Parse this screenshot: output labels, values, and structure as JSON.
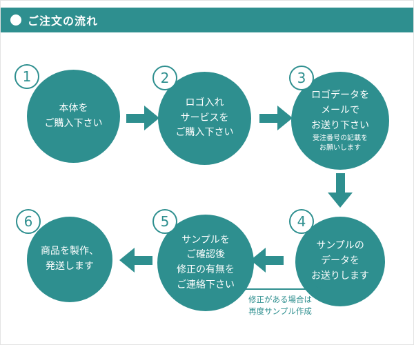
{
  "header": {
    "title": "ご注文の流れ"
  },
  "steps": [
    {
      "number": "1",
      "lines": [
        "本体を",
        "ご購入下さい"
      ]
    },
    {
      "number": "2",
      "lines": [
        "ロゴ入れ",
        "サービスを",
        "ご購入下さい"
      ]
    },
    {
      "number": "3",
      "lines": [
        "ロゴデータを",
        "メールで",
        "お送り下さい"
      ],
      "note": [
        "受注番号の記載を",
        "お願いします"
      ]
    },
    {
      "number": "4",
      "lines": [
        "サンプルの",
        "データを",
        "お送りします"
      ]
    },
    {
      "number": "5",
      "lines": [
        "サンプルを",
        "ご確認後",
        "修正の有無を",
        "ご連絡下さい"
      ]
    },
    {
      "number": "6",
      "lines": [
        "商品を製作、",
        "発送します"
      ]
    }
  ],
  "loop_note": {
    "lines": [
      "修正がある場合は",
      "再度サンプル作成"
    ]
  },
  "colors": {
    "teal": "#2E8F8F",
    "background": "#FFFFFF"
  }
}
